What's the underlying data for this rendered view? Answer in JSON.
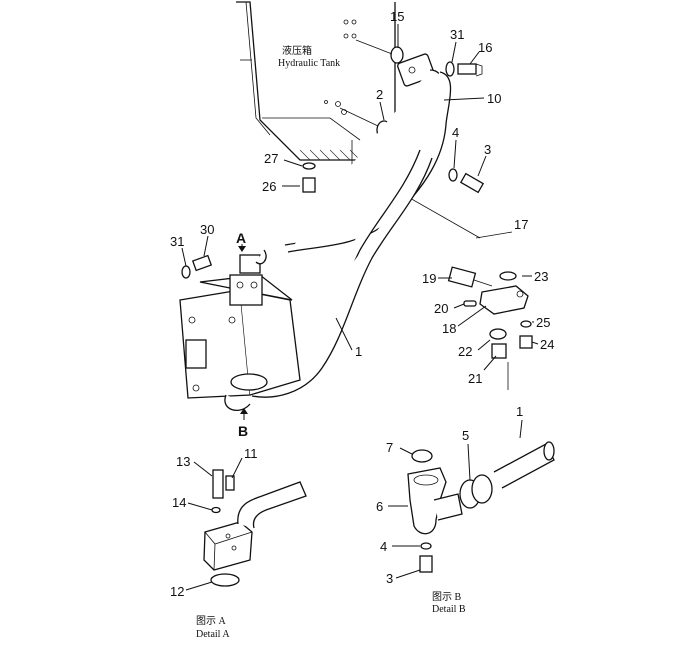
{
  "tank_label": {
    "cn": "液压箱",
    "en": "Hydraulic Tank"
  },
  "view_markers": {
    "a": "A",
    "b": "B"
  },
  "details": {
    "a": {
      "cn": "图示 A",
      "en": "Detail A"
    },
    "b": {
      "cn": "图示 B",
      "en": "Detail B"
    }
  },
  "callouts": {
    "c15": "15",
    "c31_top": "31",
    "c16": "16",
    "c10": "10",
    "c2": "2",
    "c4_top": "4",
    "c3_top": "3",
    "c27": "27",
    "c26": "26",
    "c17": "17",
    "c30": "30",
    "c31_pump": "31",
    "c1_main": "1",
    "c19": "19",
    "c23": "23",
    "c20": "20",
    "c18": "18",
    "c25": "25",
    "c22": "22",
    "c24": "24",
    "c21": "21",
    "c13": "13",
    "c11": "11",
    "c14": "14",
    "c12": "12",
    "c7": "7",
    "c5": "5",
    "c1_b": "1",
    "c6": "6",
    "c4_b": "4",
    "c3_b": "3"
  }
}
